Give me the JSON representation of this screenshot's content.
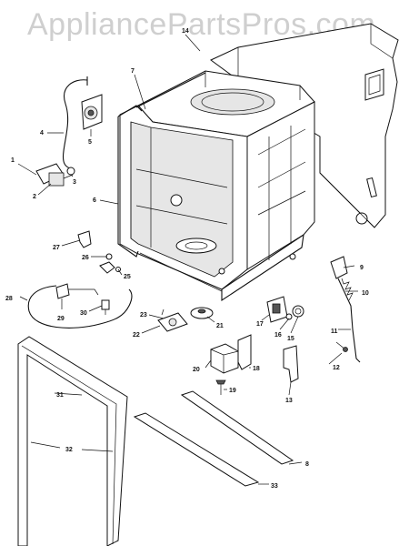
{
  "watermark": "AppliancePartsPros.com",
  "part_numbers": {
    "p1": "1",
    "p2": "2",
    "p3": "3",
    "p4": "4",
    "p5": "5",
    "p6": "6",
    "p7": "7",
    "p8": "8",
    "p9": "9",
    "p10": "10",
    "p11": "11",
    "p12": "12",
    "p13": "13",
    "p14": "14",
    "p15": "15",
    "p16": "16",
    "p17": "17",
    "p18": "18",
    "p19": "19",
    "p20": "20",
    "p21": "21",
    "p22": "22",
    "p23": "23",
    "p25": "25",
    "p26": "26",
    "p27": "27",
    "p28": "28",
    "p29": "29",
    "p30": "30",
    "p31": "31",
    "p32": "32",
    "p33": "33"
  }
}
